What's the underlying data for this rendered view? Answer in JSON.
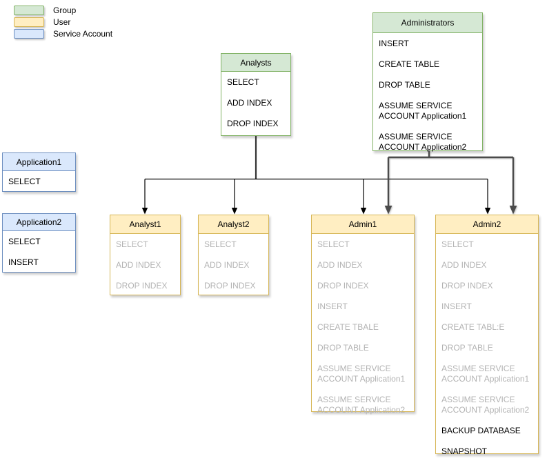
{
  "legend": {
    "items": [
      {
        "label": "Group",
        "fill": "#d5e8d4",
        "border": "#82b366"
      },
      {
        "label": "User",
        "fill": "#ffeec2",
        "border": "#d6b656"
      },
      {
        "label": "Service Account",
        "fill": "#dae8fc",
        "border": "#6c8ebf"
      }
    ]
  },
  "boxes": {
    "analysts": {
      "title": "Analysts",
      "kind": "Group",
      "items": [
        {
          "text": "SELECT",
          "muted": false
        },
        {
          "text": "ADD INDEX",
          "muted": false
        },
        {
          "text": "DROP INDEX",
          "muted": false
        }
      ]
    },
    "administrators": {
      "title": "Administrators",
      "kind": "Group",
      "items": [
        {
          "text": "INSERT",
          "muted": false
        },
        {
          "text": "CREATE TABLE",
          "muted": false
        },
        {
          "text": "DROP TABLE",
          "muted": false
        },
        {
          "text": "ASSUME SERVICE ACCOUNT Application1",
          "muted": false
        },
        {
          "text": "ASSUME SERVICE ACCOUNT Application2",
          "muted": false
        }
      ]
    },
    "application1": {
      "title": "Application1",
      "kind": "Service Account",
      "items": [
        {
          "text": "SELECT",
          "muted": false
        }
      ]
    },
    "application2": {
      "title": "Application2",
      "kind": "Service Account",
      "items": [
        {
          "text": "SELECT",
          "muted": false
        },
        {
          "text": "INSERT",
          "muted": false
        }
      ]
    },
    "analyst1": {
      "title": "Analyst1",
      "kind": "User",
      "items": [
        {
          "text": "SELECT",
          "muted": true
        },
        {
          "text": "ADD INDEX",
          "muted": true
        },
        {
          "text": "DROP INDEX",
          "muted": true
        }
      ]
    },
    "analyst2": {
      "title": "Analyst2",
      "kind": "User",
      "items": [
        {
          "text": "SELECT",
          "muted": true
        },
        {
          "text": "ADD INDEX",
          "muted": true
        },
        {
          "text": "DROP INDEX",
          "muted": true
        }
      ]
    },
    "admin1": {
      "title": "Admin1",
      "kind": "User",
      "items": [
        {
          "text": "SELECT",
          "muted": true
        },
        {
          "text": "ADD INDEX",
          "muted": true
        },
        {
          "text": "DROP INDEX",
          "muted": true
        },
        {
          "text": "INSERT",
          "muted": true
        },
        {
          "text": "CREATE TBALE",
          "muted": true
        },
        {
          "text": "DROP TABLE",
          "muted": true
        },
        {
          "text": "ASSUME SERVICE ACCOUNT Application1",
          "muted": true
        },
        {
          "text": "ASSUME SERVICE ACCOUNT Application2",
          "muted": true
        }
      ]
    },
    "admin2": {
      "title": "Admin2",
      "kind": "User",
      "items": [
        {
          "text": "SELECT",
          "muted": true
        },
        {
          "text": "ADD INDEX",
          "muted": true
        },
        {
          "text": "DROP INDEX",
          "muted": true
        },
        {
          "text": "INSERT",
          "muted": true
        },
        {
          "text": "CREATE TABL:E",
          "muted": true
        },
        {
          "text": "DROP TABLE",
          "muted": true
        },
        {
          "text": "ASSUME SERVICE ACCOUNT Application1",
          "muted": true
        },
        {
          "text": "ASSUME SERVICE ACCOUNT Application2",
          "muted": true
        },
        {
          "text": "BACKUP DATABASE",
          "muted": false
        },
        {
          "text": "SNAPSHOT",
          "muted": false
        }
      ]
    }
  },
  "edges": {
    "analysts_to": [
      "Analyst1",
      "Analyst2",
      "Admin1",
      "Admin2"
    ],
    "administrators_to": [
      "Admin1",
      "Admin2"
    ],
    "thin_line_color": "#000000",
    "thick_line_color": "#4b4b4b"
  },
  "colors": {
    "muted_text": "#b3b3b3",
    "text": "#000000",
    "background": "#ffffff"
  }
}
